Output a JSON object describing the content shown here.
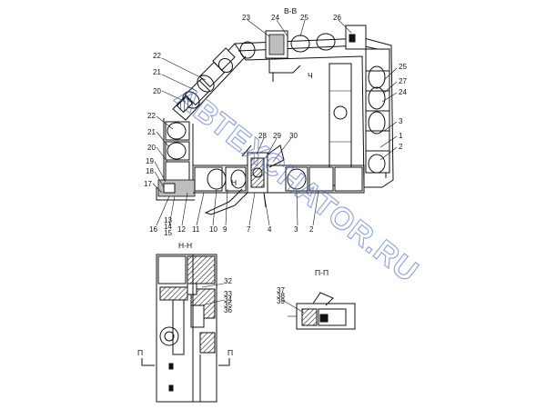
{
  "section_labels": {
    "bb": "В-В",
    "nn": "Н-Н",
    "pp": "П-П",
    "ch": "Ч",
    "h_mark": "Н",
    "p_left": "П",
    "p_right": "П"
  },
  "callouts": {
    "c23": "23",
    "c24": "24",
    "c25": "25",
    "c26": "26",
    "c22a": "22",
    "c21a": "21",
    "c20a": "20",
    "c22b": "22",
    "c21b": "21",
    "c20b": "20",
    "c19": "19",
    "c18": "18",
    "c17": "17",
    "c25r": "25",
    "c27": "27",
    "c24r": "24",
    "c3r": "3",
    "c1": "1",
    "c2r": "2",
    "c28": "28",
    "c29": "29",
    "c30": "30",
    "c16": "16",
    "c13": "13",
    "c14": "14",
    "c15": "15",
    "c12": "12",
    "c11": "11",
    "c10": "10",
    "c9": "9",
    "c7": "7",
    "c4": "4",
    "c3b": "3",
    "c2b": "2",
    "c32": "32",
    "c33": "33",
    "c34": "34",
    "c35": "35",
    "c36": "36",
    "c37": "37",
    "c38": "38",
    "c39": "39"
  },
  "watermark": "АВТЕХСНАТОR.RU",
  "colors": {
    "line": "#111111",
    "hatch_fill": "#bdbdbd",
    "watermark": "#3d63b8"
  }
}
